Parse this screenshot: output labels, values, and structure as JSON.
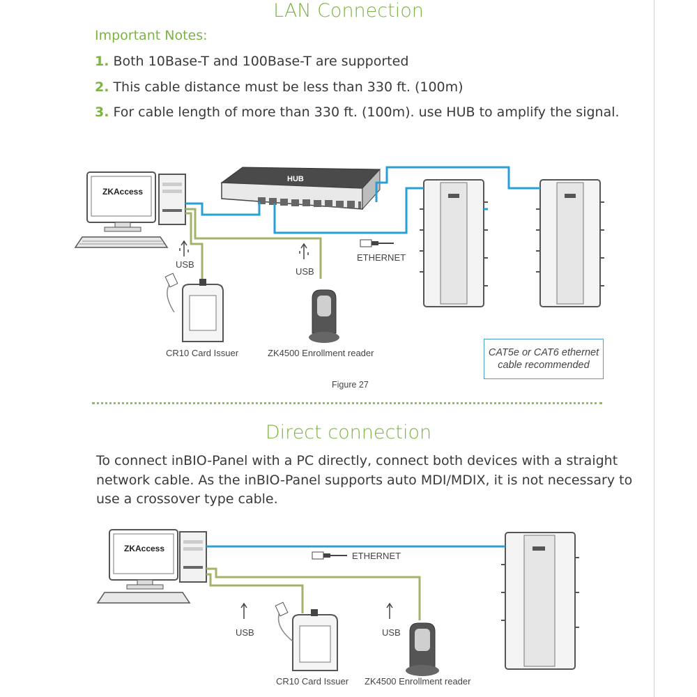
{
  "section1": {
    "title": "LAN Connection",
    "notes_heading": "Important Notes:",
    "notes": [
      {
        "num": "1.",
        "text": "Both 10Base-T and 100Base-T are supported"
      },
      {
        "num": "2.",
        "text": "This cable distance must be less than 330 ft. (100m)"
      },
      {
        "num": "3.",
        "text": "For cable length of more than 330 ft. (100m). use HUB to amplify the signal."
      }
    ]
  },
  "figure1": {
    "hub_label": "HUB",
    "brand": "ZKAccess",
    "usb_label_1": "USB",
    "usb_label_2": "USB",
    "ethernet_label": "ETHERNET",
    "card_issuer_label": "CR10 Card Issuer",
    "reader_label": "ZK4500 Enrollment reader",
    "cable_note_line1": "CAT5e or CAT6 ethernet",
    "cable_note_line2": "cable recommended",
    "caption": "Figure 27"
  },
  "section2": {
    "title": "Direct connection",
    "paragraph_lines": [
      "To connect inBIO-Panel with a PC directly, connect both devices with a straight",
      "network cable. As the inBIO-Panel supports auto MDI/MDIX, it is not necessary to",
      "use a crossover type cable."
    ]
  },
  "figure2": {
    "brand": "ZKAccess",
    "ethernet_label": "ETHERNET",
    "usb_label_1": "USB",
    "usb_label_2": "USB",
    "card_issuer_label": "CR10 Card Issuer",
    "reader_label": "ZK4500 Enrollment reader"
  },
  "colors": {
    "accent_green": "#7cb342",
    "ethernet_cable": "#2a9fd6",
    "usb_cable": "#a3b36a",
    "device_outline": "#555555"
  }
}
